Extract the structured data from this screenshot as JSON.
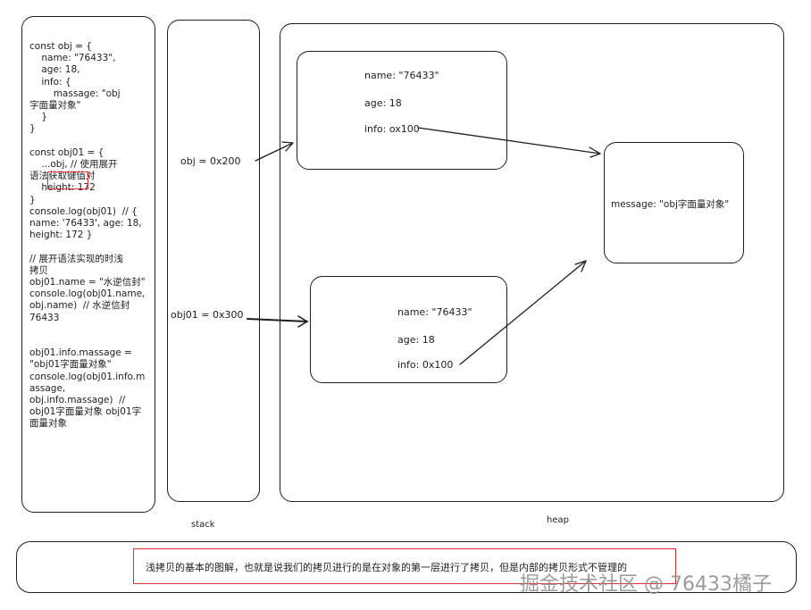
{
  "code_panel": {
    "lines": [
      "const obj = {",
      "    name: \"76433\",",
      "    age: 18,",
      "    info: {",
      "        massage: \"obj",
      "字面量对象\"",
      "    }",
      "}",
      "",
      "const obj01 = {",
      "    ...obj, // 使用展开",
      "语法获取键值对",
      "    height: 172",
      "}",
      "console.log(obj01)  // {",
      "name: '76433', age: 18,",
      "height: 172 }",
      "",
      "// 展开语法实现的时浅",
      "拷贝",
      "obj01.name = \"水逆信封\"",
      "console.log(obj01.name,",
      "obj.name)  // 水逆信封",
      "76433",
      "",
      "",
      "obj01.info.massage =",
      "\"obj01字面量对象\"",
      "console.log(obj01.info.m",
      "assage,",
      "obj.info.massage)  //",
      "obj01字面量对象 obj01字",
      "面量对象"
    ]
  },
  "stack": {
    "label": "stack",
    "obj_ref": "obj = 0x200",
    "obj01_ref": "obj01 = 0x300"
  },
  "heap": {
    "label": "heap",
    "obj_box": {
      "name": "name: \"76433\"",
      "age": "age: 18",
      "info": "info: ox100"
    },
    "obj01_box": {
      "name": "name: \"76433\"",
      "age": "age: 18",
      "info": "info: 0x100"
    },
    "info_box": {
      "message": "message: \"obj字面量对象\""
    }
  },
  "caption": "浅拷贝的基本的图解，也就是说我们的拷贝进行的是在对象的第一层进行了拷贝，但是内部的拷贝形式不管理的",
  "watermark": "掘金技术社区 @ 76433橘子",
  "colors": {
    "stroke": "#1e1e1e",
    "highlight": "#e03131",
    "watermark": "#8a8a8a"
  }
}
